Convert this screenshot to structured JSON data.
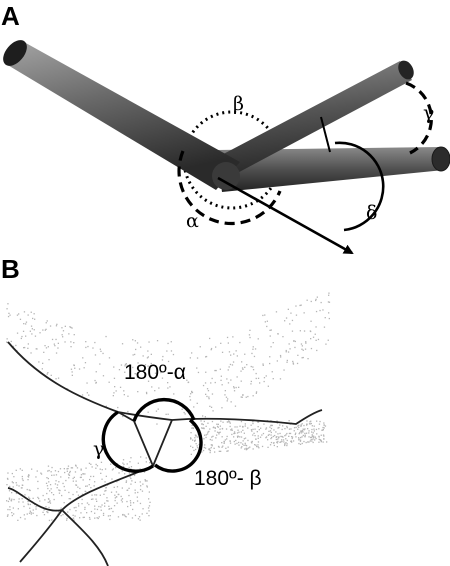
{
  "panels": {
    "a": {
      "label": "A",
      "angles": {
        "alpha": "α",
        "beta": "β",
        "gamma": "γ",
        "delta": "δ"
      }
    },
    "b": {
      "label": "B",
      "labels": {
        "top": "180º-α",
        "left": "γ",
        "right": "180º- β"
      }
    }
  },
  "colors": {
    "tube_light": "#9a9a9a",
    "tube_dark": "#2b2b2b",
    "ink": "#000000",
    "stipple": "#b5b5b5"
  }
}
